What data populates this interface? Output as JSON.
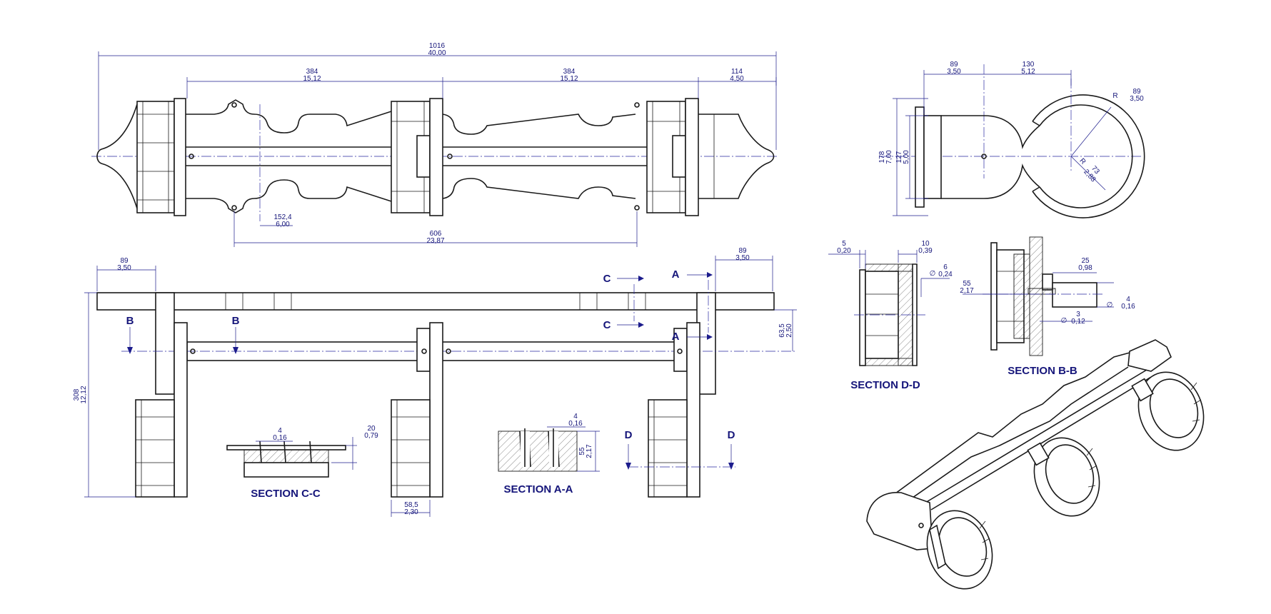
{
  "dims": {
    "overall": [
      "1016",
      "40,00"
    ],
    "left_span": [
      "384",
      "15,12"
    ],
    "right_span": [
      "384",
      "15,12"
    ],
    "end_len": [
      "114",
      "4,50"
    ],
    "holes": [
      "152,4",
      "6,00"
    ],
    "hole_span": [
      "606",
      "23,87"
    ],
    "side_width": [
      "89",
      "3,50"
    ],
    "side_width_r": [
      "89",
      "3,50"
    ],
    "ring_off": [
      "130",
      "5,12"
    ],
    "r_outer": [
      "89",
      "3,50"
    ],
    "r_inner": [
      "73",
      "2,88"
    ],
    "r_label": "R",
    "height": [
      "178",
      "7,00"
    ],
    "plate_h": [
      "127",
      "5,00"
    ],
    "total_h": [
      "308",
      "12,12"
    ],
    "rod_h": [
      "63,5",
      "2,50"
    ],
    "plate_w": [
      "58,5",
      "2,30"
    ],
    "cc_peg": [
      "4",
      "0,16"
    ],
    "cc_h": [
      "20",
      "0,79"
    ],
    "aa_peg": [
      "4",
      "0,16"
    ],
    "aa_h": [
      "55",
      "2,17"
    ],
    "dd_l": [
      "5",
      "0,20"
    ],
    "dd_r": [
      "10",
      "0,39"
    ],
    "dd_bore": [
      "6",
      "0,24"
    ],
    "dd_bore_sym": "∅",
    "bb_rod": [
      "25",
      "0,98"
    ],
    "bb_h": [
      "55",
      "2,17"
    ],
    "bb_dia": [
      "4",
      "0,16"
    ],
    "bb_dia_sym": "∅",
    "bb_small": [
      "3",
      "0,12"
    ],
    "bb_small_sym": "∅"
  },
  "markers": {
    "a": "A",
    "b": "B",
    "c": "C",
    "d": "D"
  },
  "sections": {
    "cc": "SECTION C-C",
    "aa": "SECTION A-A",
    "dd": "SECTION D-D",
    "bb": "SECTION B-B"
  },
  "colors": {
    "line": "#1a1a1a",
    "dimension": "#1c1c8c",
    "text": "#15157a"
  }
}
